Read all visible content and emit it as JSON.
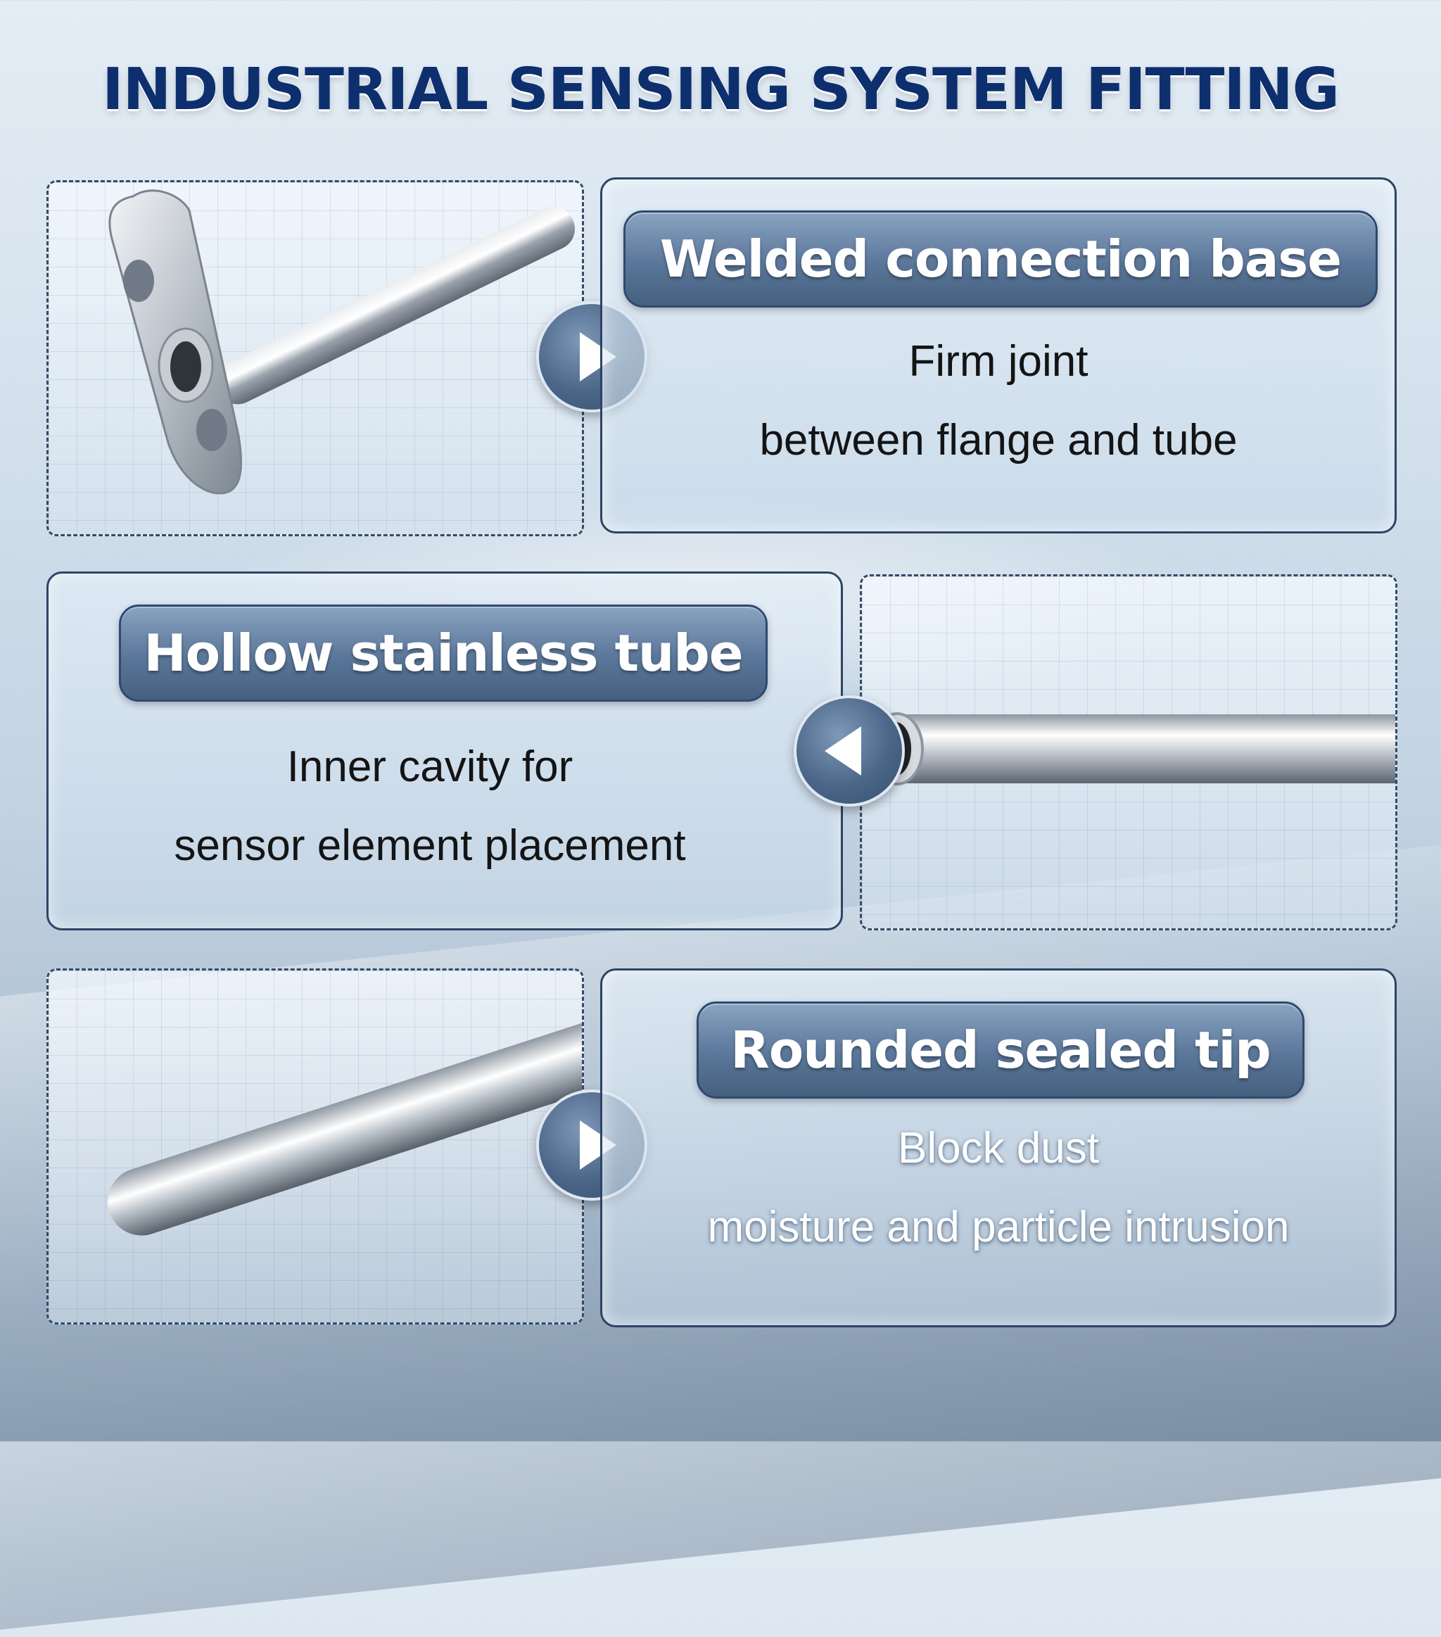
{
  "title": "INDUSTRIAL SENSING SYSTEM FITTING",
  "features": [
    {
      "heading": "Welded connection base",
      "line1": "Firm joint",
      "line2": "between flange and tube",
      "arrow": "play-right-icon"
    },
    {
      "heading": "Hollow stainless tube",
      "line1": "Inner cavity for",
      "line2": "sensor element placement",
      "arrow": "play-left-icon"
    },
    {
      "heading": "Rounded sealed tip",
      "line1": "Block dust",
      "line2": "moisture and particle intrusion",
      "arrow": "play-right-icon"
    }
  ],
  "colors": {
    "title": "#0e2f6e",
    "pill": "#5a7699",
    "card_border": "#2d4464"
  }
}
